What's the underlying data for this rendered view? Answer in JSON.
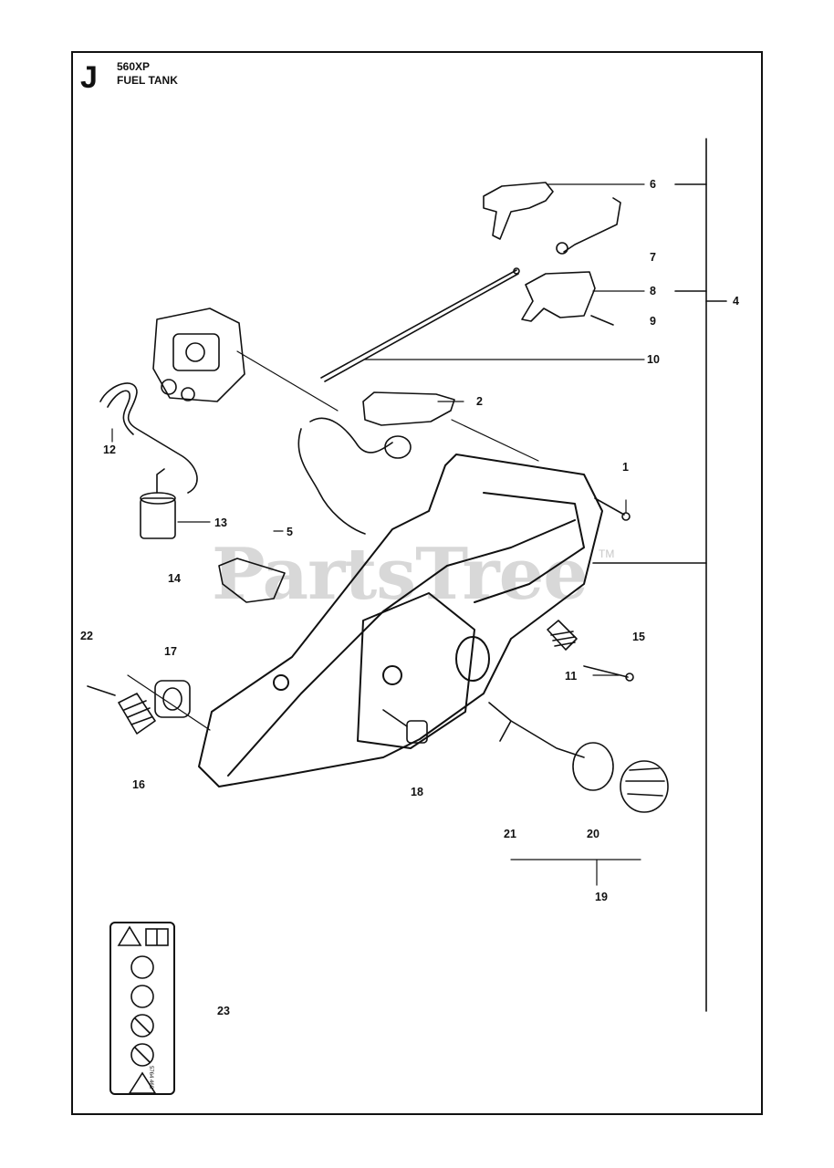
{
  "header": {
    "section_letter": "J",
    "model": "560XP",
    "title": "FUEL TANK"
  },
  "watermark": {
    "text": "PartsTree",
    "trademark": "TM"
  },
  "decal": {
    "code": "5764 468"
  },
  "callouts": [
    {
      "id": "c1",
      "label": "1"
    },
    {
      "id": "c2",
      "label": "2"
    },
    {
      "id": "c4",
      "label": "4"
    },
    {
      "id": "c5",
      "label": "5"
    },
    {
      "id": "c6",
      "label": "6"
    },
    {
      "id": "c7",
      "label": "7"
    },
    {
      "id": "c8",
      "label": "8"
    },
    {
      "id": "c9",
      "label": "9"
    },
    {
      "id": "c10",
      "label": "10"
    },
    {
      "id": "c11",
      "label": "11"
    },
    {
      "id": "c12",
      "label": "12"
    },
    {
      "id": "c13",
      "label": "13"
    },
    {
      "id": "c14",
      "label": "14"
    },
    {
      "id": "c15",
      "label": "15"
    },
    {
      "id": "c16",
      "label": "16"
    },
    {
      "id": "c17",
      "label": "17"
    },
    {
      "id": "c18",
      "label": "18"
    },
    {
      "id": "c19",
      "label": "19"
    },
    {
      "id": "c20",
      "label": "20"
    },
    {
      "id": "c21",
      "label": "21"
    },
    {
      "id": "c22",
      "label": "22"
    },
    {
      "id": "c23",
      "label": "23"
    }
  ]
}
